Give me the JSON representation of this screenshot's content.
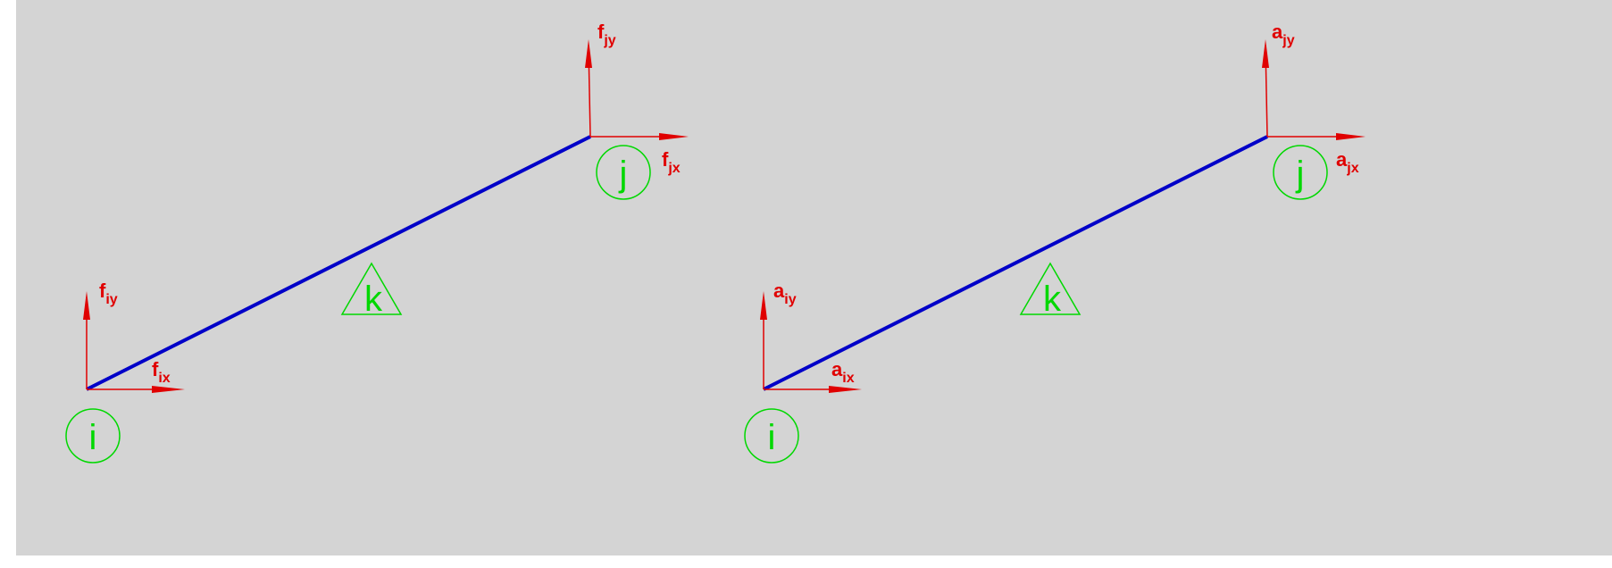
{
  "colors": {
    "background": "#d4d4d4",
    "element_line": "#0000c8",
    "vectors": "#e00000",
    "labels_green": "#00d800"
  },
  "diagrams": [
    {
      "node_i_label": "i",
      "node_j_label": "j",
      "element_label": "k",
      "i_x_main": "f",
      "i_x_sub": "ix",
      "i_y_main": "f",
      "i_y_sub": "iy",
      "j_x_main": "f",
      "j_x_sub": "jx",
      "j_y_main": "f",
      "j_y_sub": "jy"
    },
    {
      "node_i_label": "i",
      "node_j_label": "j",
      "element_label": "k",
      "i_x_main": "a",
      "i_x_sub": "ix",
      "i_y_main": "a",
      "i_y_sub": "iy",
      "j_x_main": "a",
      "j_x_sub": "jx",
      "j_y_main": "a",
      "j_y_sub": "jy"
    }
  ]
}
